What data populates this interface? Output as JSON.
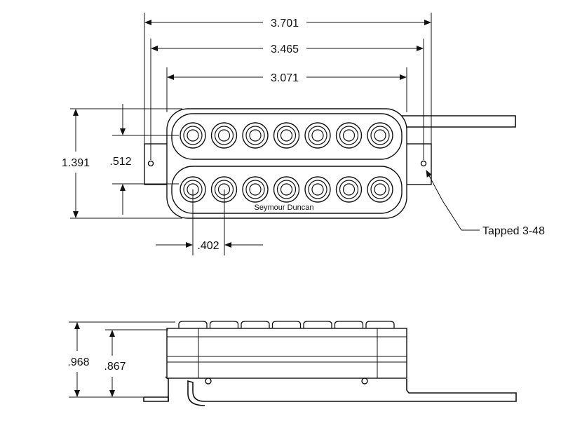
{
  "dimensions": {
    "overall_width": "3.701",
    "mounting_span": "3.465",
    "body_width": "3.071",
    "body_height": "1.391",
    "coil_spacing": ".512",
    "pole_spacing": ".402",
    "overall_height": ".968",
    "body_depth": ".867"
  },
  "labels": {
    "brand": "Seymour Duncan",
    "tapped_hole": "Tapped 3-48"
  },
  "pickup": {
    "poles_per_coil": 7,
    "coils": 2
  }
}
